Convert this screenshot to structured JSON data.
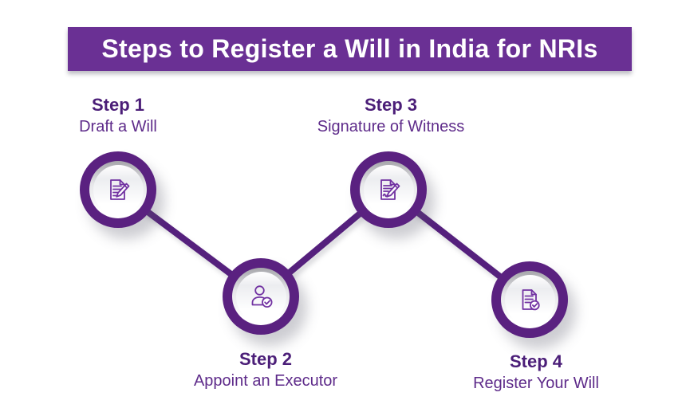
{
  "title_banner": {
    "text": "Steps to Register a Will in India for NRIs"
  },
  "steps": [
    {
      "label": "Step 1",
      "description": "Draft a Will",
      "icon": "document-pen-icon",
      "label_position": "above"
    },
    {
      "label": "Step 2",
      "description": "Appoint an Executor",
      "icon": "person-check-icon",
      "label_position": "below"
    },
    {
      "label": "Step 3",
      "description": "Signature of Witness",
      "icon": "signature-pen-icon",
      "label_position": "above"
    },
    {
      "label": "Step 4",
      "description": "Register Your Will",
      "icon": "document-check-icon",
      "label_position": "below"
    }
  ],
  "colors": {
    "banner_bg": "#6A3094",
    "banner_text": "#FFFFFF",
    "node_ring": "#5A2180",
    "connector": "#55207D",
    "step_label": "#4B1E78",
    "step_description": "#5E2B8A",
    "icon_stroke": "#7233A2"
  }
}
